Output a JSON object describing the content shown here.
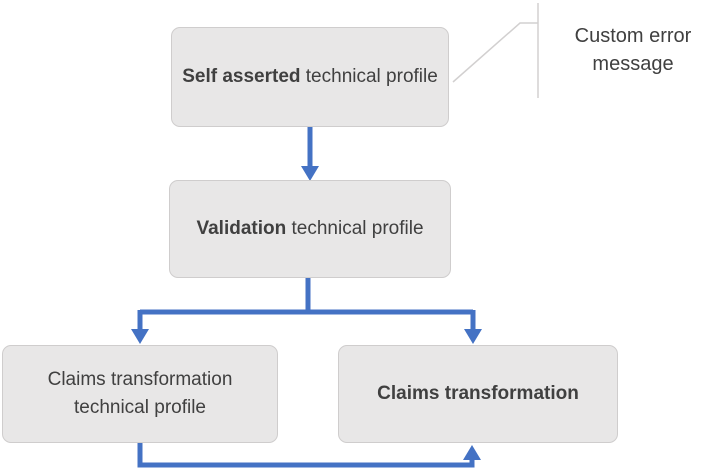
{
  "colors": {
    "arrow_blue": "#4472C4",
    "box_fill": "#E8E7E7",
    "box_border": "#CFCDCD",
    "text": "#404040",
    "callout_line": "#D2D0D0"
  },
  "boxes": [
    {
      "id": "self-asserted",
      "bold": "Self asserted",
      "rest": " technical profile"
    },
    {
      "id": "validation",
      "bold": "Validation",
      "rest": " technical profile"
    },
    {
      "id": "claims-transformation-technical-profile",
      "bold": "",
      "rest": "Claims transformation technical profile"
    },
    {
      "id": "claims-transformation",
      "bold": "Claims transformation",
      "rest": ""
    }
  ],
  "callout": {
    "label": "Custom error message"
  }
}
